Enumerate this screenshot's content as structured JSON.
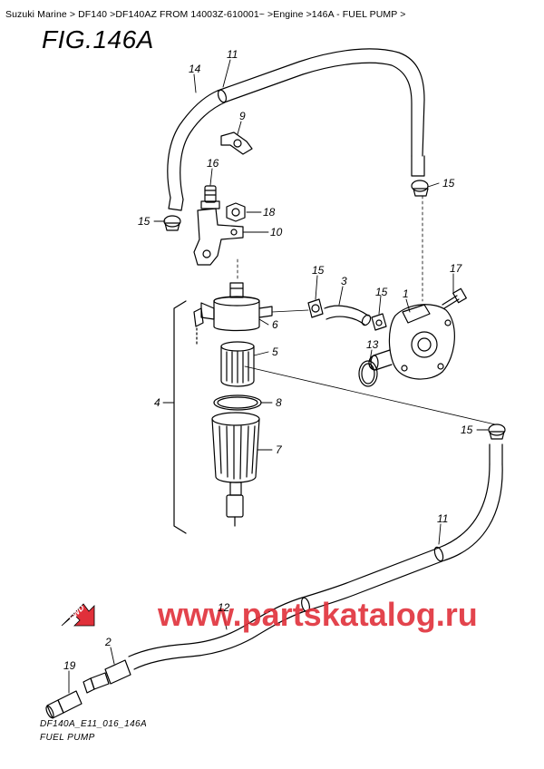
{
  "breadcrumb": "Suzuki Marine > DF140 >DF140AZ FROM 14003Z-610001~ >Engine >146A - FUEL PUMP >",
  "figure_title": "FIG.146A",
  "footer_code": "DF140A_E11_016_146A",
  "footer_name": "FUEL PUMP",
  "watermark": "www.partskatalog.ru",
  "fwd_label": "FWD",
  "callouts": {
    "c1": "1",
    "c2": "2",
    "c3": "3",
    "c4": "4",
    "c5": "5",
    "c6": "6",
    "c7": "7",
    "c8": "8",
    "c9": "9",
    "c10": "10",
    "c11a": "11",
    "c11b": "11",
    "c12": "12",
    "c13": "13",
    "c14": "14",
    "c15a": "15",
    "c15b": "15",
    "c15c": "15",
    "c15d": "15",
    "c15e": "15",
    "c16": "16",
    "c17": "17",
    "c18": "18",
    "c19": "19"
  },
  "colors": {
    "watermark": "#e0303a",
    "line": "#000000",
    "background": "#ffffff"
  }
}
